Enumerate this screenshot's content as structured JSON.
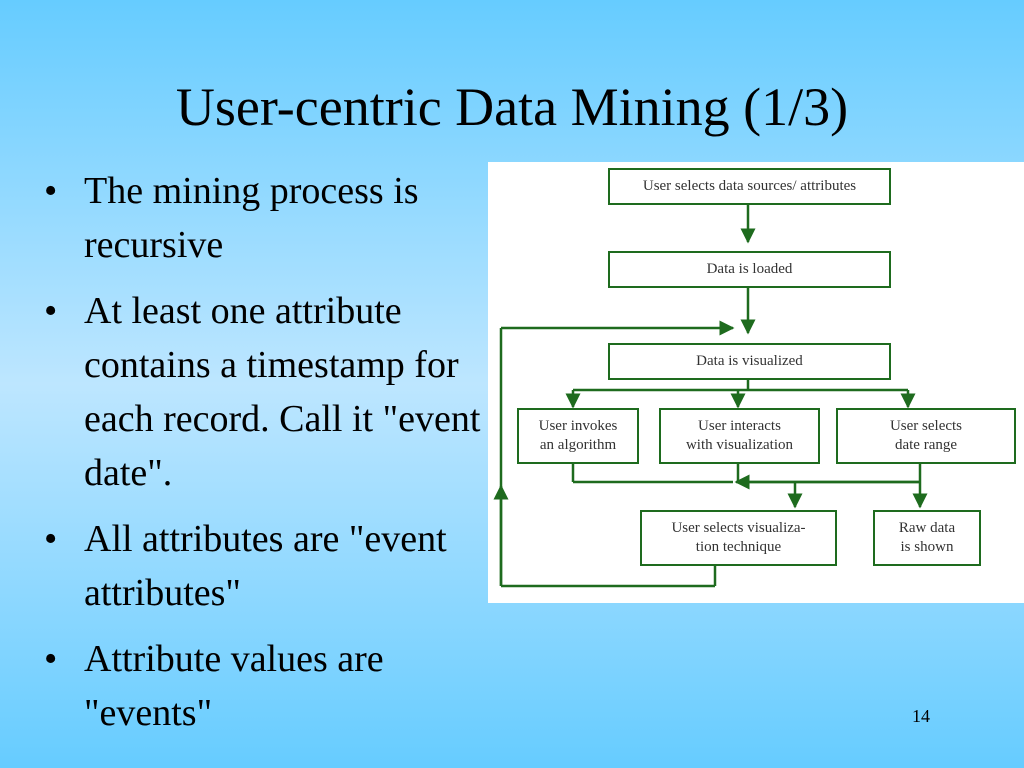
{
  "slide": {
    "title": "User-centric Data Mining (1/3)",
    "page_number": "14"
  },
  "bullets": [
    "The mining process is recursive",
    "At least one attribute contains a timestamp for each record. Call it \"event date\".",
    "All attributes are \"event attributes\"",
    "Attribute values are \"events\""
  ],
  "flowchart": {
    "colors": {
      "line": "#1e6b1e",
      "box_border": "#1e6b1e",
      "text": "#333333"
    },
    "nodes": {
      "select_sources": "User selects data sources/ attributes",
      "data_loaded": "Data is loaded",
      "data_visualized": "Data is visualized",
      "invoke_algorithm": "User invokes\nan algorithm",
      "interacts": "User interacts\nwith visualization",
      "date_range": "User selects\ndate range",
      "select_technique": "User selects visualiza-\ntion technique",
      "raw_data": "Raw data\nis shown"
    }
  }
}
